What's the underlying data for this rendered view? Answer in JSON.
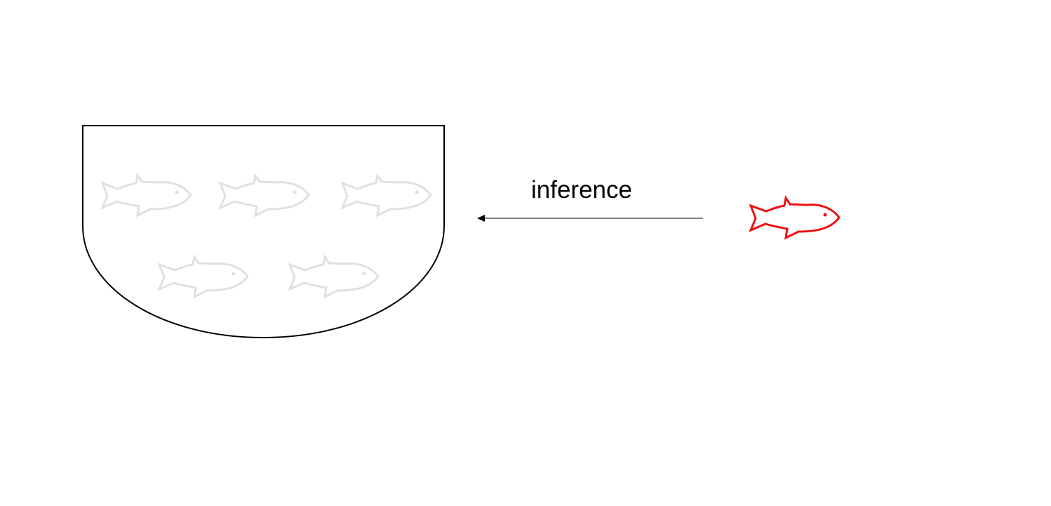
{
  "diagram": {
    "arrow_label": "inference",
    "population_color": "#e0e0e0",
    "sample_color": "#ee1111",
    "outline_color": "#000000",
    "population": {
      "container": "bowl",
      "fish_count": 5,
      "icon": "fish-icon"
    },
    "sample": {
      "fish_count": 1,
      "icon": "fish-icon"
    },
    "arrow_direction": "right-to-left"
  }
}
